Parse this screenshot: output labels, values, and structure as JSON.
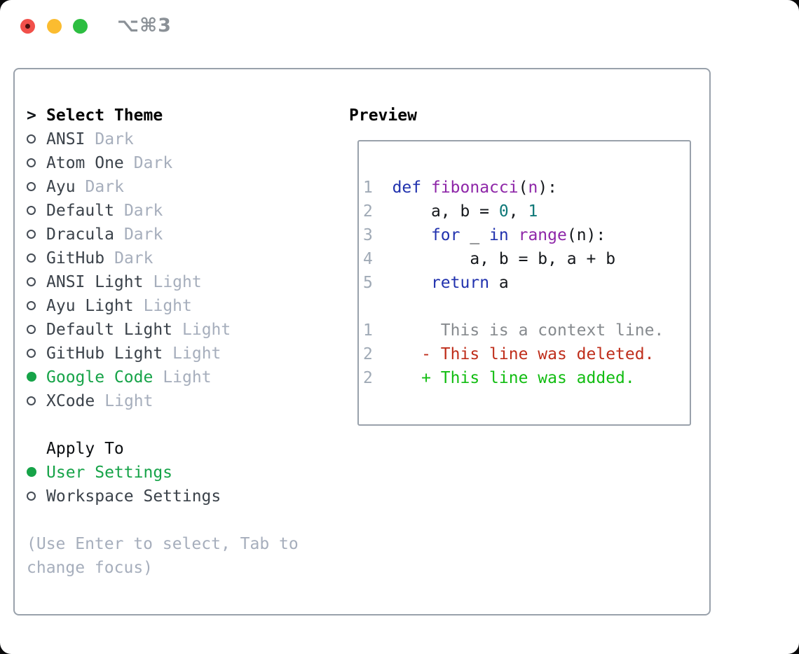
{
  "window": {
    "title": "⌥⌘3"
  },
  "theme_menu": {
    "prompt": ">",
    "header": "Select Theme",
    "items": [
      {
        "name": "ANSI",
        "tag": "Dark",
        "selected": false
      },
      {
        "name": "Atom One",
        "tag": "Dark",
        "selected": false
      },
      {
        "name": "Ayu",
        "tag": "Dark",
        "selected": false
      },
      {
        "name": "Default",
        "tag": "Dark",
        "selected": false
      },
      {
        "name": "Dracula",
        "tag": "Dark",
        "selected": false
      },
      {
        "name": "GitHub",
        "tag": "Dark",
        "selected": false
      },
      {
        "name": "ANSI Light",
        "tag": "Light",
        "selected": false
      },
      {
        "name": "Ayu Light",
        "tag": "Light",
        "selected": false
      },
      {
        "name": "Default Light",
        "tag": "Light",
        "selected": false
      },
      {
        "name": "GitHub Light",
        "tag": "Light",
        "selected": false
      },
      {
        "name": "Google Code",
        "tag": "Light",
        "selected": true
      },
      {
        "name": "XCode",
        "tag": "Light",
        "selected": false
      }
    ]
  },
  "apply_to": {
    "header": "Apply To",
    "options": [
      {
        "name": "User Settings",
        "selected": true
      },
      {
        "name": "Workspace Settings",
        "selected": false
      }
    ]
  },
  "help_text": "(Use Enter to select, Tab to change focus)",
  "preview": {
    "header": "Preview",
    "lines": [
      {
        "type": "code",
        "segments": [
          [
            "1",
            "ln"
          ],
          [
            "  ",
            ""
          ],
          [
            "def",
            "kw"
          ],
          [
            " ",
            ""
          ],
          [
            "fibonacci",
            "fn"
          ],
          [
            "(",
            ""
          ],
          [
            "n",
            "fn"
          ],
          [
            "):",
            ""
          ]
        ]
      },
      {
        "type": "code",
        "segments": [
          [
            "2",
            "ln"
          ],
          [
            "      a, b = ",
            ""
          ],
          [
            "0",
            "num"
          ],
          [
            ", ",
            ""
          ],
          [
            "1",
            "num"
          ]
        ]
      },
      {
        "type": "code",
        "segments": [
          [
            "3",
            "ln"
          ],
          [
            "      ",
            ""
          ],
          [
            "for",
            "kw"
          ],
          [
            " _ ",
            ""
          ],
          [
            "in",
            "kw"
          ],
          [
            " ",
            ""
          ],
          [
            "range",
            "fn"
          ],
          [
            "(n):",
            ""
          ]
        ]
      },
      {
        "type": "code",
        "segments": [
          [
            "4",
            "ln"
          ],
          [
            "          a, b = b, a + b",
            ""
          ]
        ]
      },
      {
        "type": "code",
        "segments": [
          [
            "5",
            "ln"
          ],
          [
            "      ",
            ""
          ],
          [
            "return",
            "kw"
          ],
          [
            " a",
            ""
          ]
        ]
      },
      {
        "type": "blank",
        "segments": []
      },
      {
        "type": "context",
        "segments": [
          [
            "1",
            "ln"
          ],
          [
            "       ",
            ""
          ],
          [
            "This is a context line.",
            "ctx"
          ]
        ]
      },
      {
        "type": "deletion",
        "segments": [
          [
            "2",
            "ln"
          ],
          [
            "     ",
            ""
          ],
          [
            "- This line was deleted.",
            "del"
          ]
        ]
      },
      {
        "type": "addition",
        "segments": [
          [
            "2",
            "ln"
          ],
          [
            "     ",
            ""
          ],
          [
            "+ This line was added.",
            "add"
          ]
        ]
      }
    ]
  },
  "colors": {
    "accent-green": "#16a348",
    "border": "#99a1ab",
    "text-dark": "#3b424a",
    "text-muted": "#a6aebc",
    "title-gray": "#8b9197",
    "light-red": "#f1504a",
    "light-yellow": "#fbbc30",
    "light-green": "#2dbe41",
    "ln": "#a0aab6",
    "kw": "#2132ae",
    "fn": "#8e26a8",
    "num": "#0e7878",
    "code": "#15181c",
    "ctx": "#868a8e",
    "del": "#bf2e1b",
    "add": "#12bd12"
  }
}
